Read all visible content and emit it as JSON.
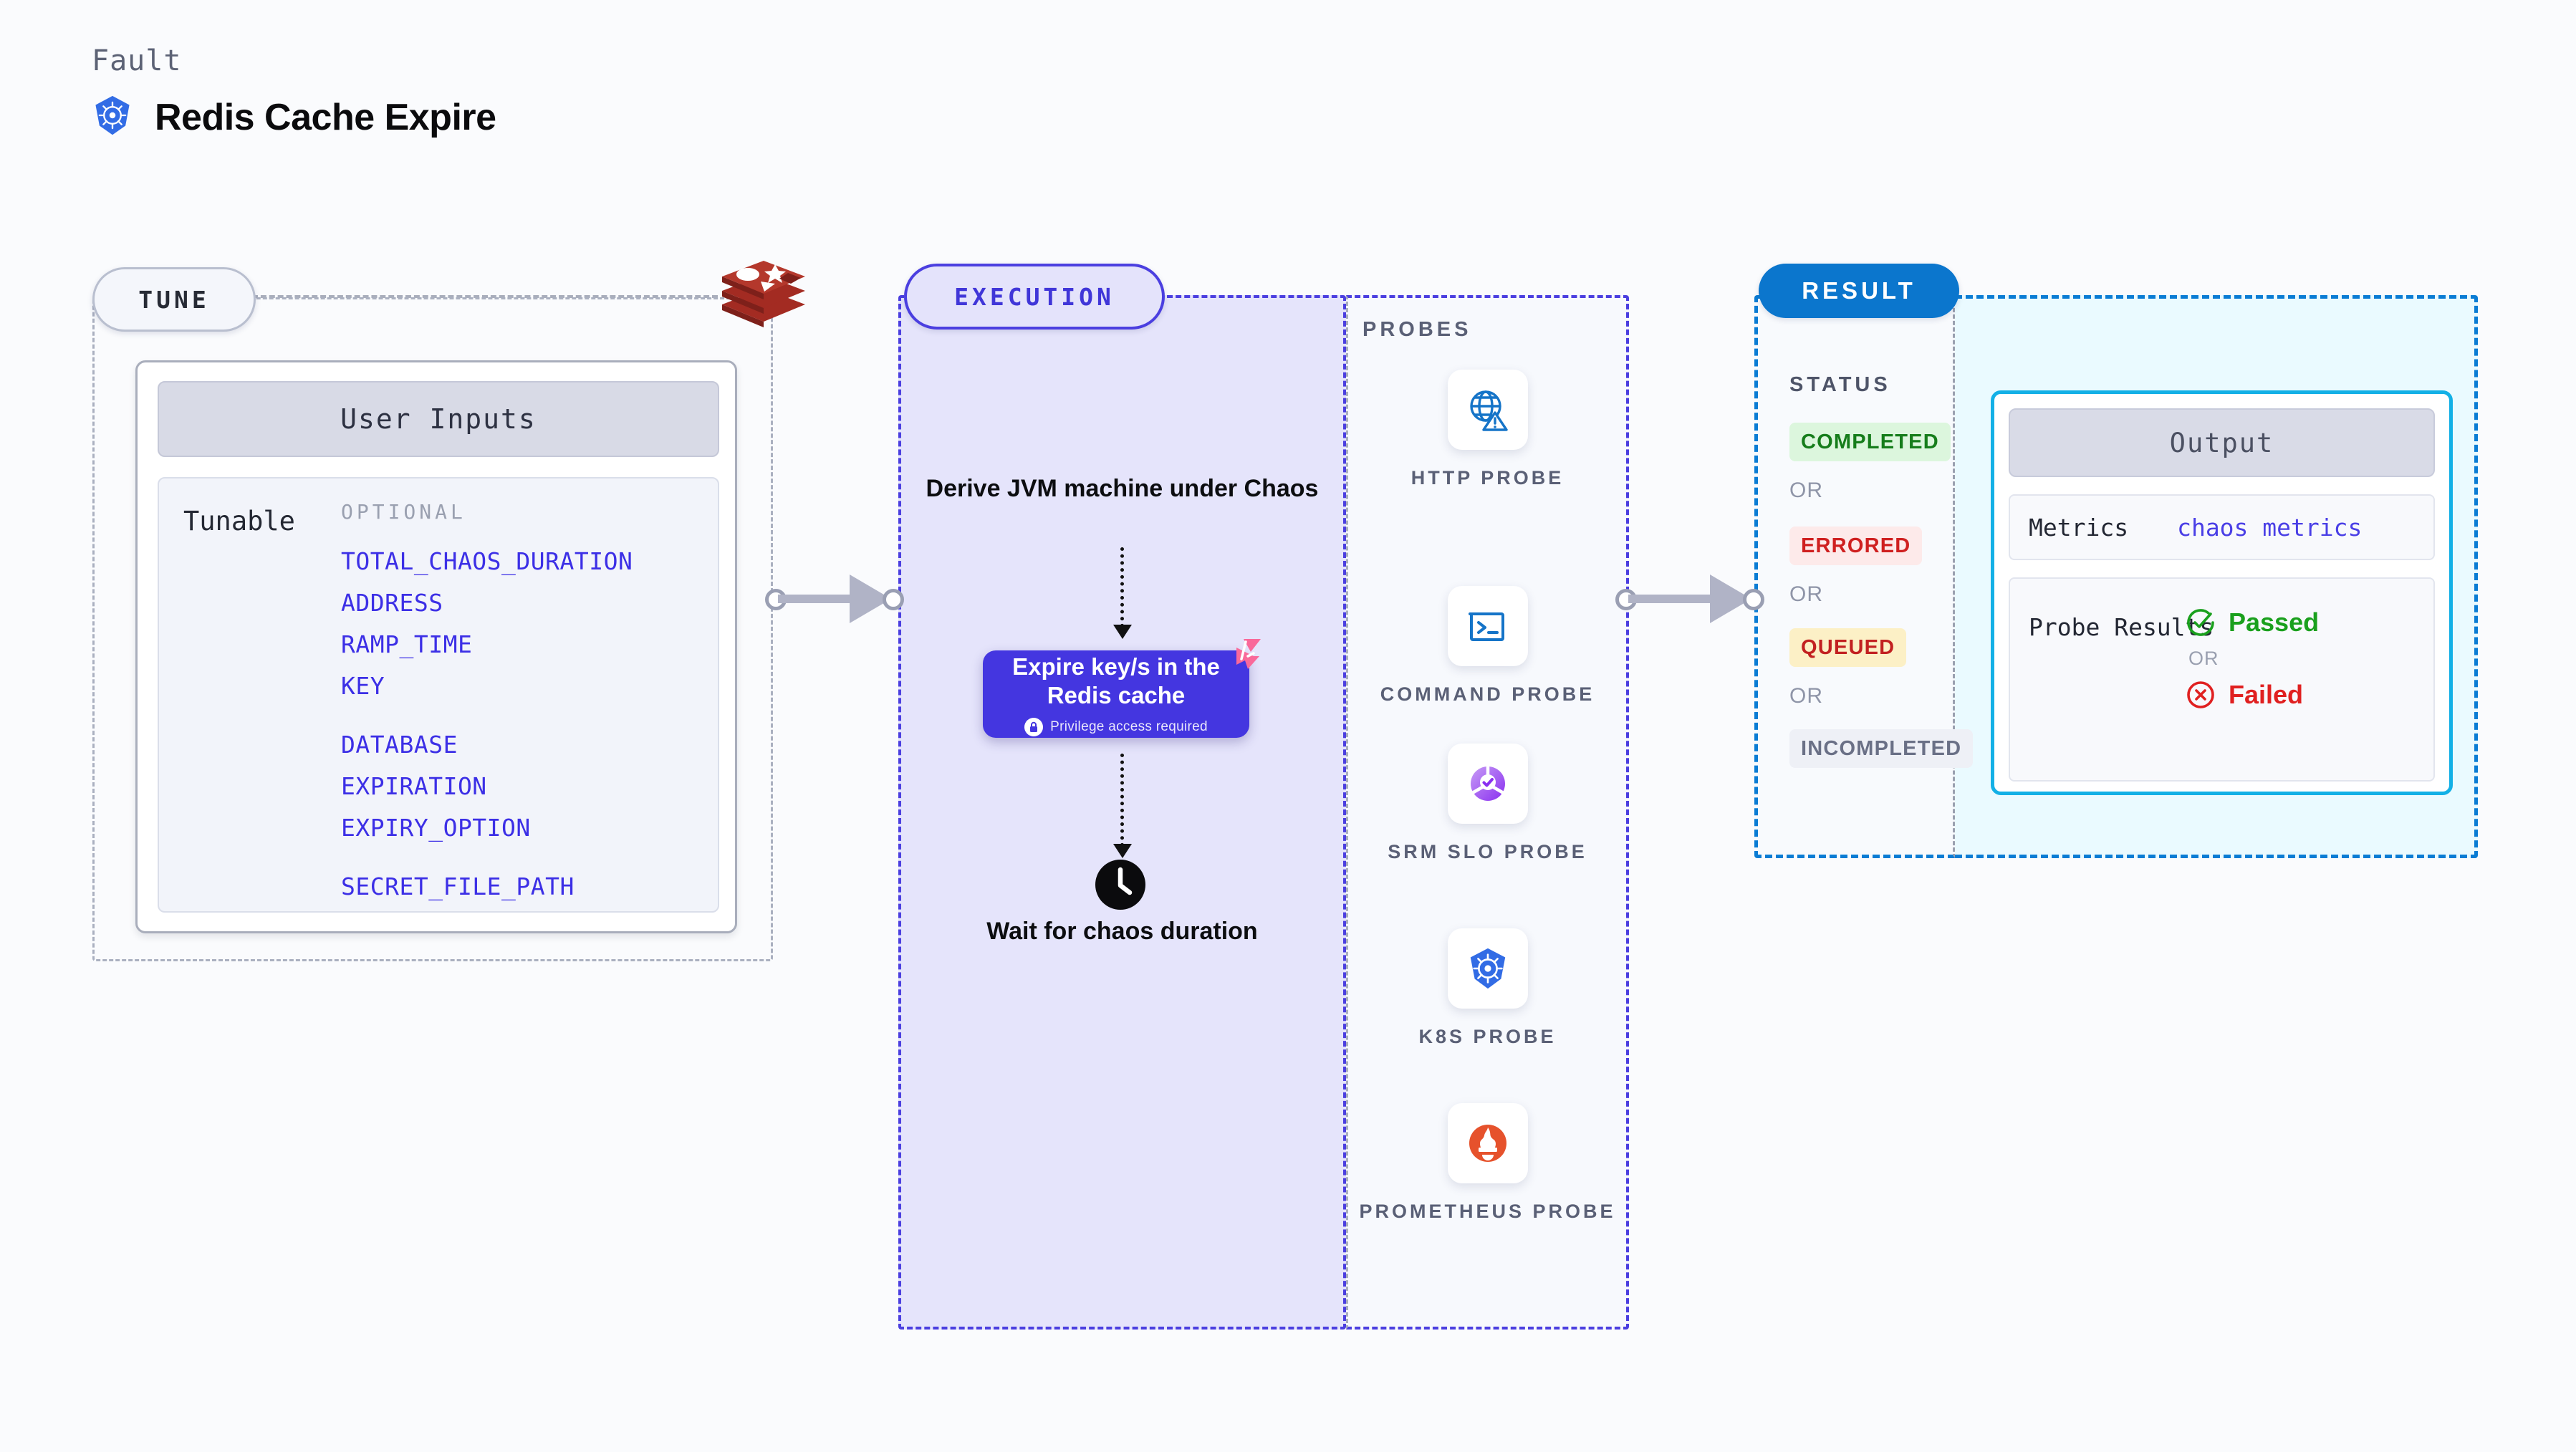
{
  "header": {
    "kicker": "Fault",
    "title": "Redis Cache Expire",
    "icon": "kubernetes-helm-icon"
  },
  "tune": {
    "badge": "TUNE",
    "source_icon": "redis-logo",
    "card_header": "User Inputs",
    "tunable_label": "Tunable",
    "optional_label": "OPTIONAL",
    "tunables": [
      "TOTAL_CHAOS_DURATION",
      "ADDRESS",
      "RAMP_TIME",
      "KEY",
      "DATABASE",
      "EXPIRATION",
      "EXPIRY_OPTION",
      "SECRET_FILE_PATH"
    ]
  },
  "execution": {
    "badge": "EXECUTION",
    "step_derive": "Derive JVM machine under Chaos",
    "action_card": {
      "title": "Expire key/s in the Redis cache",
      "privilege_note": "Privilege access required",
      "lock_icon": "lock-icon",
      "corner_icon": "harness-logo-icon"
    },
    "step_wait": "Wait for chaos duration",
    "clock_icon": "clock-icon"
  },
  "probes": {
    "label": "PROBES",
    "items": [
      {
        "name": "HTTP PROBE",
        "icon": "globe-warning-icon"
      },
      {
        "name": "COMMAND PROBE",
        "icon": "terminal-prompt-icon"
      },
      {
        "name": "SRM SLO PROBE",
        "icon": "slo-donut-check-icon"
      },
      {
        "name": "K8S PROBE",
        "icon": "kubernetes-helm-icon"
      },
      {
        "name": "PROMETHEUS PROBE",
        "icon": "prometheus-torch-icon"
      }
    ]
  },
  "result": {
    "badge": "RESULT",
    "status_label": "STATUS",
    "or_label": "OR",
    "statuses": [
      {
        "text": "COMPLETED",
        "color": "#167d1b",
        "bg": "#dcf6dd"
      },
      {
        "text": "ERRORED",
        "color": "#cf2020",
        "bg": "#fdeaea"
      },
      {
        "text": "QUEUED",
        "color": "#c22121",
        "bg": "#fcf0c6"
      },
      {
        "text": "INCOMPLETED",
        "color": "#6a7086",
        "bg": "#eef0f6"
      }
    ],
    "output": {
      "header": "Output",
      "metrics_key": "Metrics",
      "metrics_value": "chaos metrics",
      "probe_results_key": "Probe Results",
      "passed": "Passed",
      "failed": "Failed",
      "or_label": "OR",
      "passed_icon": "check-circle-icon",
      "failed_icon": "x-circle-icon"
    }
  },
  "colors": {
    "indigo": "#4b3fe0",
    "blue": "#0b76cd",
    "cyan": "#13b0e6",
    "green": "#1aa01d",
    "red": "#e02020",
    "pink": "#f9699a",
    "redis_red": "#a32b22"
  }
}
